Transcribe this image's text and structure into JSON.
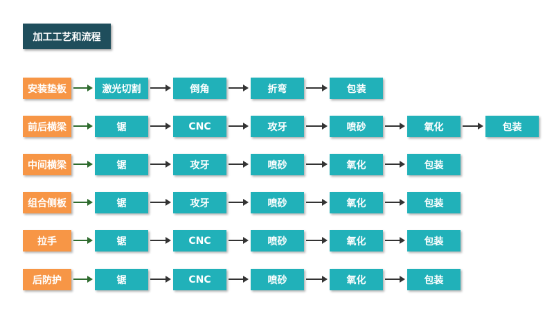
{
  "title": "加工工艺和流程",
  "colors": {
    "title_bg": "#1f4e5c",
    "label_bg": "#f79646",
    "step_bg": "#21b1b9",
    "label_arrow": "#2e6b2e",
    "step_arrow": "#333333"
  },
  "rows": [
    {
      "label": "安装垫板",
      "steps": [
        "激光切割",
        "倒角",
        "折弯",
        "包装"
      ]
    },
    {
      "label": "前后横梁",
      "steps": [
        "锯",
        "CNC",
        "攻牙",
        "喷砂",
        "氧化",
        "包装"
      ]
    },
    {
      "label": "中间横梁",
      "steps": [
        "锯",
        "攻牙",
        "喷砂",
        "氧化",
        "包装"
      ]
    },
    {
      "label": "组合侧板",
      "steps": [
        "锯",
        "攻牙",
        "喷砂",
        "氧化",
        "包装"
      ]
    },
    {
      "label": "拉手",
      "steps": [
        "锯",
        "CNC",
        "喷砂",
        "氧化",
        "包装"
      ]
    },
    {
      "label": "后防护",
      "steps": [
        "锯",
        "CNC",
        "喷砂",
        "氧化",
        "包装"
      ]
    }
  ]
}
